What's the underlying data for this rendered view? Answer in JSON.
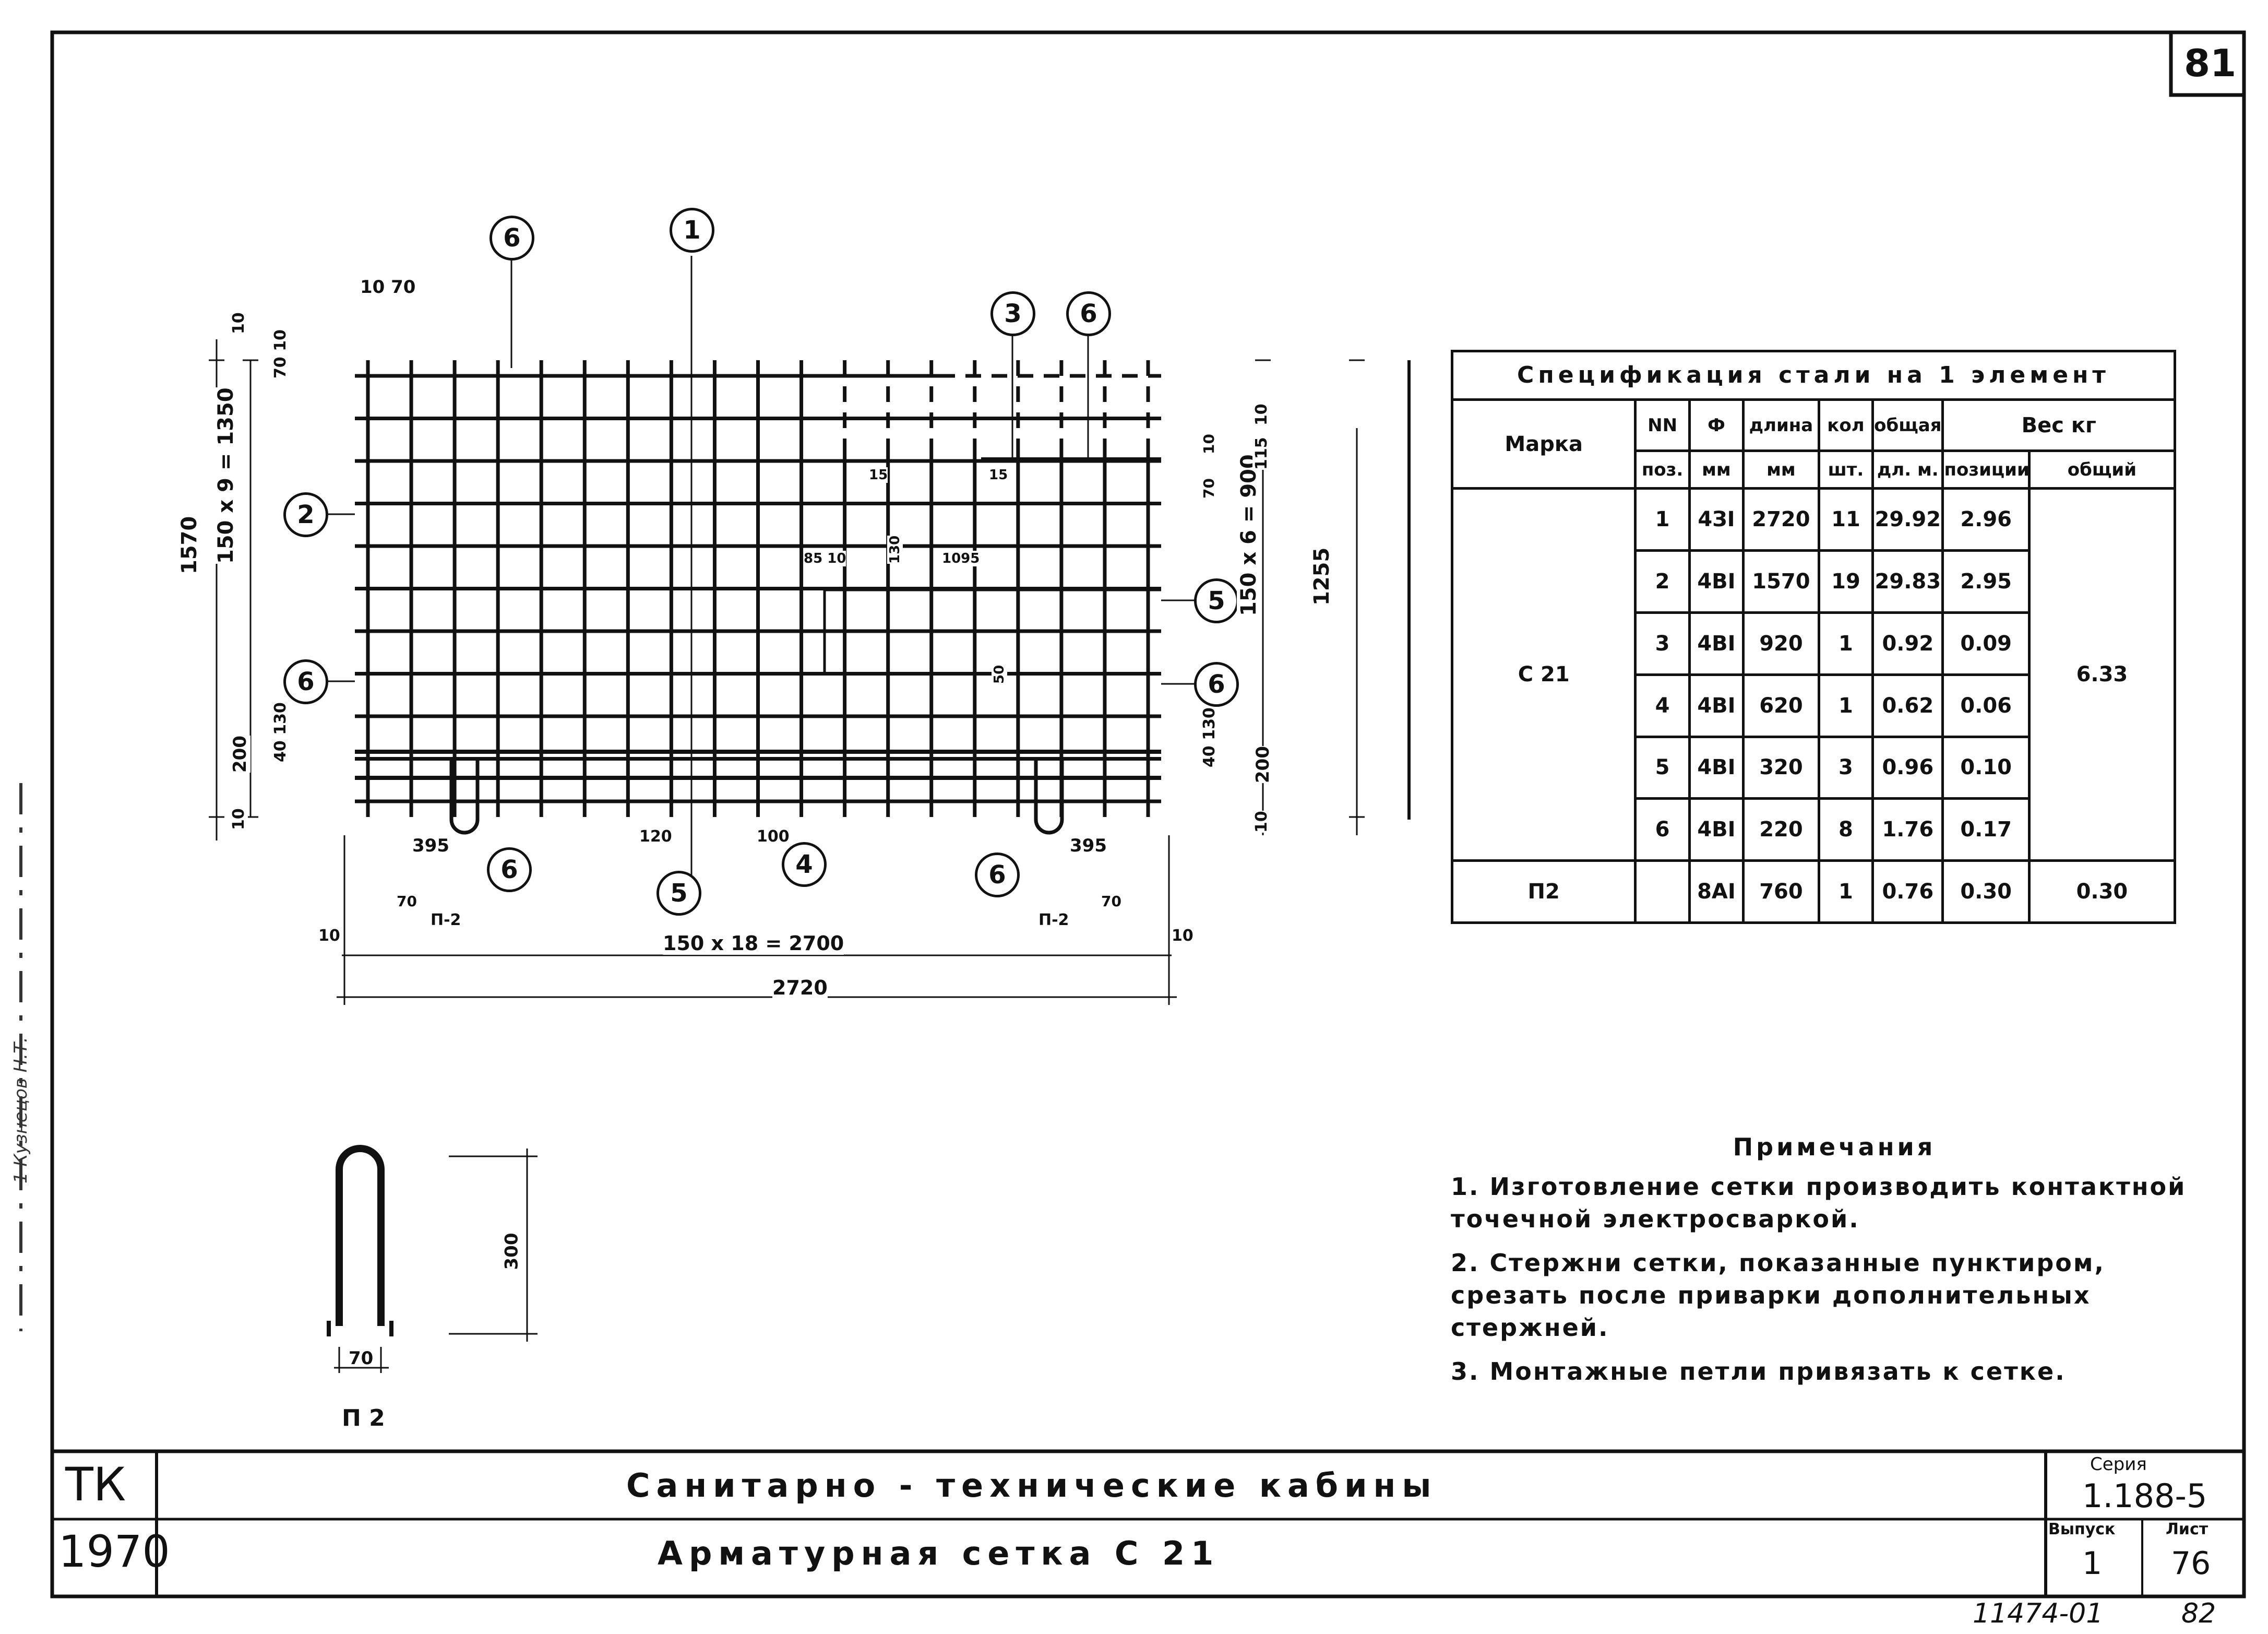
{
  "sheet": {
    "page_number": "81",
    "footer_ref": "11474-01",
    "footer_page": "82"
  },
  "drawing": {
    "labels": {
      "pos1": "1",
      "pos2": "2",
      "pos3": "3",
      "pos4": "4",
      "pos5": "5",
      "pos6": "6",
      "loop": "П-2"
    },
    "dims": {
      "d10_70": "10 70",
      "d1570": "1570",
      "d150x9": "150 x 9 = 1350",
      "d200": "200",
      "d70_10": "70 10",
      "d40_130": "40 130",
      "d10": "10",
      "d395": "395",
      "d120": "120",
      "d100": "100",
      "d150x18": "150 x 18 = 2700",
      "d2720": "2720",
      "d1255": "1255",
      "d150x6": "150 x 6 = 900",
      "d115": "115",
      "d70": "70",
      "d15": "15",
      "d130": "130",
      "d50": "50",
      "d1095": "1095",
      "d85_10": "85 10",
      "d300": "300",
      "loop_mark": "П 2"
    }
  },
  "spec_table": {
    "title": "Спецификация стали на 1 элемент",
    "headers": {
      "marka": "Марка",
      "nn": "NN",
      "poz": "поз.",
      "phi": "Ф",
      "mm": "мм",
      "dlina": "длина",
      "dlina_mm": "мм",
      "kol": "кол",
      "sht": "шт.",
      "obsh": "общая",
      "dl_m": "дл. м.",
      "ves": "Вес кг",
      "pozicii": "позиции",
      "obshiy": "общий"
    },
    "marks": {
      "c21": "С 21",
      "p2": "П2"
    },
    "rows": [
      {
        "poz": "1",
        "phi": "4ЗI",
        "dlina": "2720",
        "kol": "11",
        "obsh": "29.92",
        "ves": "2.96"
      },
      {
        "poz": "2",
        "phi": "4BI",
        "dlina": "1570",
        "kol": "19",
        "obsh": "29.83",
        "ves": "2.95"
      },
      {
        "poz": "3",
        "phi": "4BI",
        "dlina": "920",
        "kol": "1",
        "obsh": "0.92",
        "ves": "0.09"
      },
      {
        "poz": "4",
        "phi": "4BI",
        "dlina": "620",
        "kol": "1",
        "obsh": "0.62",
        "ves": "0.06"
      },
      {
        "poz": "5",
        "phi": "4BI",
        "dlina": "320",
        "kol": "3",
        "obsh": "0.96",
        "ves": "0.10"
      },
      {
        "poz": "6",
        "phi": "4BI",
        "dlina": "220",
        "kol": "8",
        "obsh": "1.76",
        "ves": "0.17"
      }
    ],
    "c21_total": "6.33",
    "p2_row": {
      "phi": "8AI",
      "dlina": "760",
      "kol": "1",
      "obsh": "0.76",
      "ves": "0.30",
      "total": "0.30"
    }
  },
  "notes": {
    "title": "Примечания",
    "items": [
      "1. Изготовление сетки производить контактной точечной электросваркой.",
      "2. Стержни сетки, показанные пунктиром, срезать после приварки дополнительных стержней.",
      "3. Монтажные петли привязать к сетке."
    ]
  },
  "stamp": {
    "tk": "ТК",
    "year": "1970",
    "title1": "Санитарно - технические кабины",
    "title2": "Арматурная сетка С 21",
    "seria_label": "Серия",
    "seria_value": "1.188-5",
    "vypusk_label": "Выпуск",
    "vypusk_value": "1",
    "list_label": "Лист",
    "list_value": "76"
  },
  "margin_text": "1 Кузнецов Н.Т."
}
